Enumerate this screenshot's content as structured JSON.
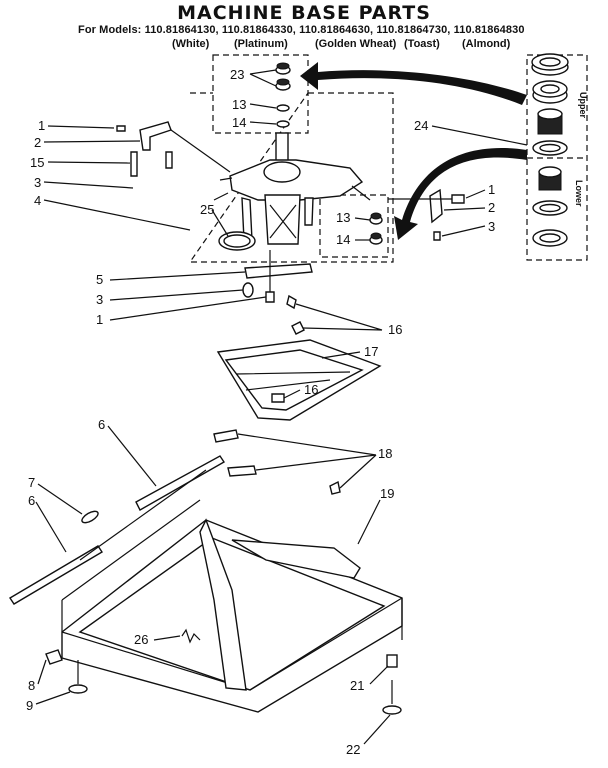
{
  "title": "MACHINE BASE PARTS",
  "models_line": "For Models: 110.81864130, 110.81864330, 110.81864630, 110.81864730, 110.81864830",
  "colors": [
    "(White)",
    "(Platinum)",
    "(Golden Wheat)",
    "(Toast)",
    "(Almond)"
  ],
  "side_labels": {
    "upper": "Upper",
    "lower": "Lower"
  },
  "callouts": {
    "c1a": "1",
    "c2a": "2",
    "c15": "15",
    "c3a": "3",
    "c4": "4",
    "c23": "23",
    "c13a": "13",
    "c14a": "14",
    "c24": "24",
    "c25": "25",
    "c13b": "13",
    "c14b": "14",
    "c1b": "1",
    "c2b": "2",
    "c3b": "3",
    "c5": "5",
    "c3c": "3",
    "c1c": "1",
    "c16a": "16",
    "c17": "17",
    "c16b": "16",
    "c6a": "6",
    "c18": "18",
    "c7": "7",
    "c6b": "6",
    "c19": "19",
    "c26": "26",
    "c8": "8",
    "c9": "9",
    "c21": "21",
    "c22": "22"
  }
}
